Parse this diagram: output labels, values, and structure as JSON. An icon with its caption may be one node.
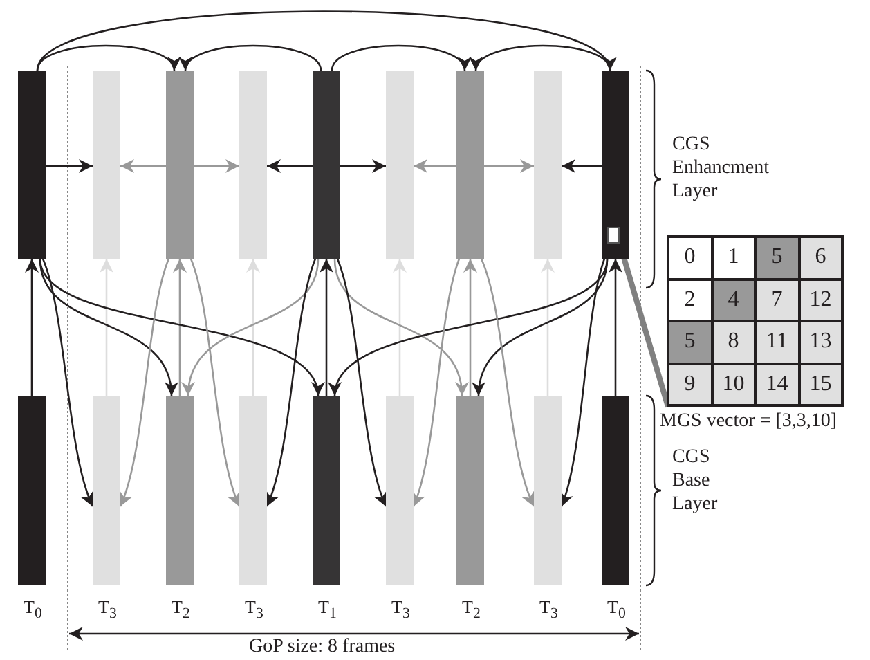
{
  "diagram": {
    "nodes": [
      {
        "text": [],
        "shape": "bar"
      },
      {
        "text": [],
        "shape": "bar"
      },
      {
        "text": [],
        "shape": "bar"
      },
      {
        "text": [],
        "shape": "bar"
      },
      {
        "text": [],
        "shape": "bar"
      },
      {
        "text": [],
        "shape": "bar"
      },
      {
        "text": [],
        "shape": "bar"
      },
      {
        "text": [],
        "shape": "bar"
      },
      {
        "text": [],
        "shape": "bar"
      },
      {
        "text": [],
        "shape": "bar",
        "beside": [
          "T$_{0}$"
        ]
      },
      {
        "text": [],
        "shape": "bar",
        "beside": [
          "T$_{3}$"
        ]
      },
      {
        "text": [],
        "shape": "bar",
        "beside": [
          "T$_{2}$"
        ]
      },
      {
        "text": [],
        "shape": "bar",
        "beside": [
          "T$_{3}$"
        ]
      },
      {
        "text": [],
        "shape": "bar",
        "beside": [
          "T$_{1}$"
        ]
      },
      {
        "text": [],
        "shape": "bar",
        "beside": [
          "T$_{3}$"
        ]
      },
      {
        "text": [],
        "shape": "bar",
        "beside": [
          "T$_{2}$"
        ]
      },
      {
        "text": [],
        "shape": "bar",
        "beside": [
          "T$_{3}$"
        ]
      },
      {
        "text": [],
        "shape": "bar",
        "beside": [
          "T$_{0}$"
        ]
      },
      {
        "text": [],
        "shape": "box",
        "in": 8
      },
      {
        "text": [
          "0",
          "1",
          "5",
          "6",
          "2",
          "4",
          "7",
          "12",
          "5",
          "8",
          "11",
          "13",
          "9",
          "10",
          "14",
          "15"
        ]
      }
    ],
    "edges": [
      {
        "from": 0,
        "to": 2,
        "arrow": "to"
      },
      {
        "from": 0,
        "to": 8,
        "arrow": "to"
      },
      {
        "from": 4,
        "to": 2,
        "arrow": "to"
      },
      {
        "from": 4,
        "to": 6,
        "arrow": "to"
      },
      {
        "from": 8,
        "to": 6,
        "arrow": "to"
      },
      {
        "from": 0,
        "to": 1,
        "arrow": "to"
      },
      {
        "from": 2,
        "to": 1,
        "arrow": "to",
        "color": "#999999"
      },
      {
        "from": 2,
        "to": 3,
        "arrow": "to",
        "color": "#999999"
      },
      {
        "from": 4,
        "to": 3,
        "arrow": "to"
      },
      {
        "from": 4,
        "to": 5,
        "arrow": "to"
      },
      {
        "from": 6,
        "to": 5,
        "arrow": "to",
        "color": "#999999"
      },
      {
        "from": 6,
        "to": 7,
        "arrow": "to",
        "color": "#999999"
      },
      {
        "from": 8,
        "to": 7,
        "arrow": "to"
      },
      {
        "from": 9,
        "to": 0,
        "arrow": "to"
      },
      {
        "from": 10,
        "to": 1,
        "arrow": "to",
        "color": "#dddddd"
      },
      {
        "from": 11,
        "to": 2,
        "arrow": "to",
        "color": "#999999"
      },
      {
        "from": 12,
        "to": 3,
        "arrow": "to",
        "color": "#dddddd"
      },
      {
        "from": 13,
        "to": 4,
        "arrow": "to"
      },
      {
        "from": 14,
        "to": 5,
        "arrow": "to",
        "color": "#dddddd"
      },
      {
        "from": 15,
        "to": 6,
        "arrow": "to",
        "color": "#999999"
      },
      {
        "from": 16,
        "to": 7,
        "arrow": "to",
        "color": "#dddddd"
      },
      {
        "from": 17,
        "to": 8,
        "arrow": "to"
      },
      {
        "from": 0,
        "to": 11,
        "arrow": "to"
      },
      {
        "from": 0,
        "to": 13,
        "arrow": "to"
      },
      {
        "from": 4,
        "to": 11,
        "arrow": "to",
        "color": "#999999"
      },
      {
        "from": 4,
        "to": 15,
        "arrow": "to",
        "color": "#999999"
      },
      {
        "from": 8,
        "to": 13,
        "arrow": "to"
      },
      {
        "from": 8,
        "to": 15,
        "arrow": "to"
      },
      {
        "from": 0,
        "to": 10,
        "arrow": "to"
      },
      {
        "from": 2,
        "to": 10,
        "arrow": "to",
        "color": "#999999"
      },
      {
        "from": 2,
        "to": 12,
        "arrow": "to",
        "color": "#999999"
      },
      {
        "from": 4,
        "to": 12,
        "arrow": "to"
      },
      {
        "from": 4,
        "to": 14,
        "arrow": "to"
      },
      {
        "from": 6,
        "to": 14,
        "arrow": "to",
        "color": "#999999"
      },
      {
        "from": 6,
        "to": 16,
        "arrow": "to",
        "color": "#999999"
      },
      {
        "from": 8,
        "to": 16,
        "arrow": "to"
      },
      {
        "from": 18,
        "to": 19,
        "arrow": "none",
        "style": "thick",
        "color": "#808080"
      }
    ],
    "labels": [
      "CGS Enhancment Layer",
      "MGS vector = [3,3,10]",
      "CGS Base Layer",
      "GoP size: 8 frames"
    ]
  }
}
